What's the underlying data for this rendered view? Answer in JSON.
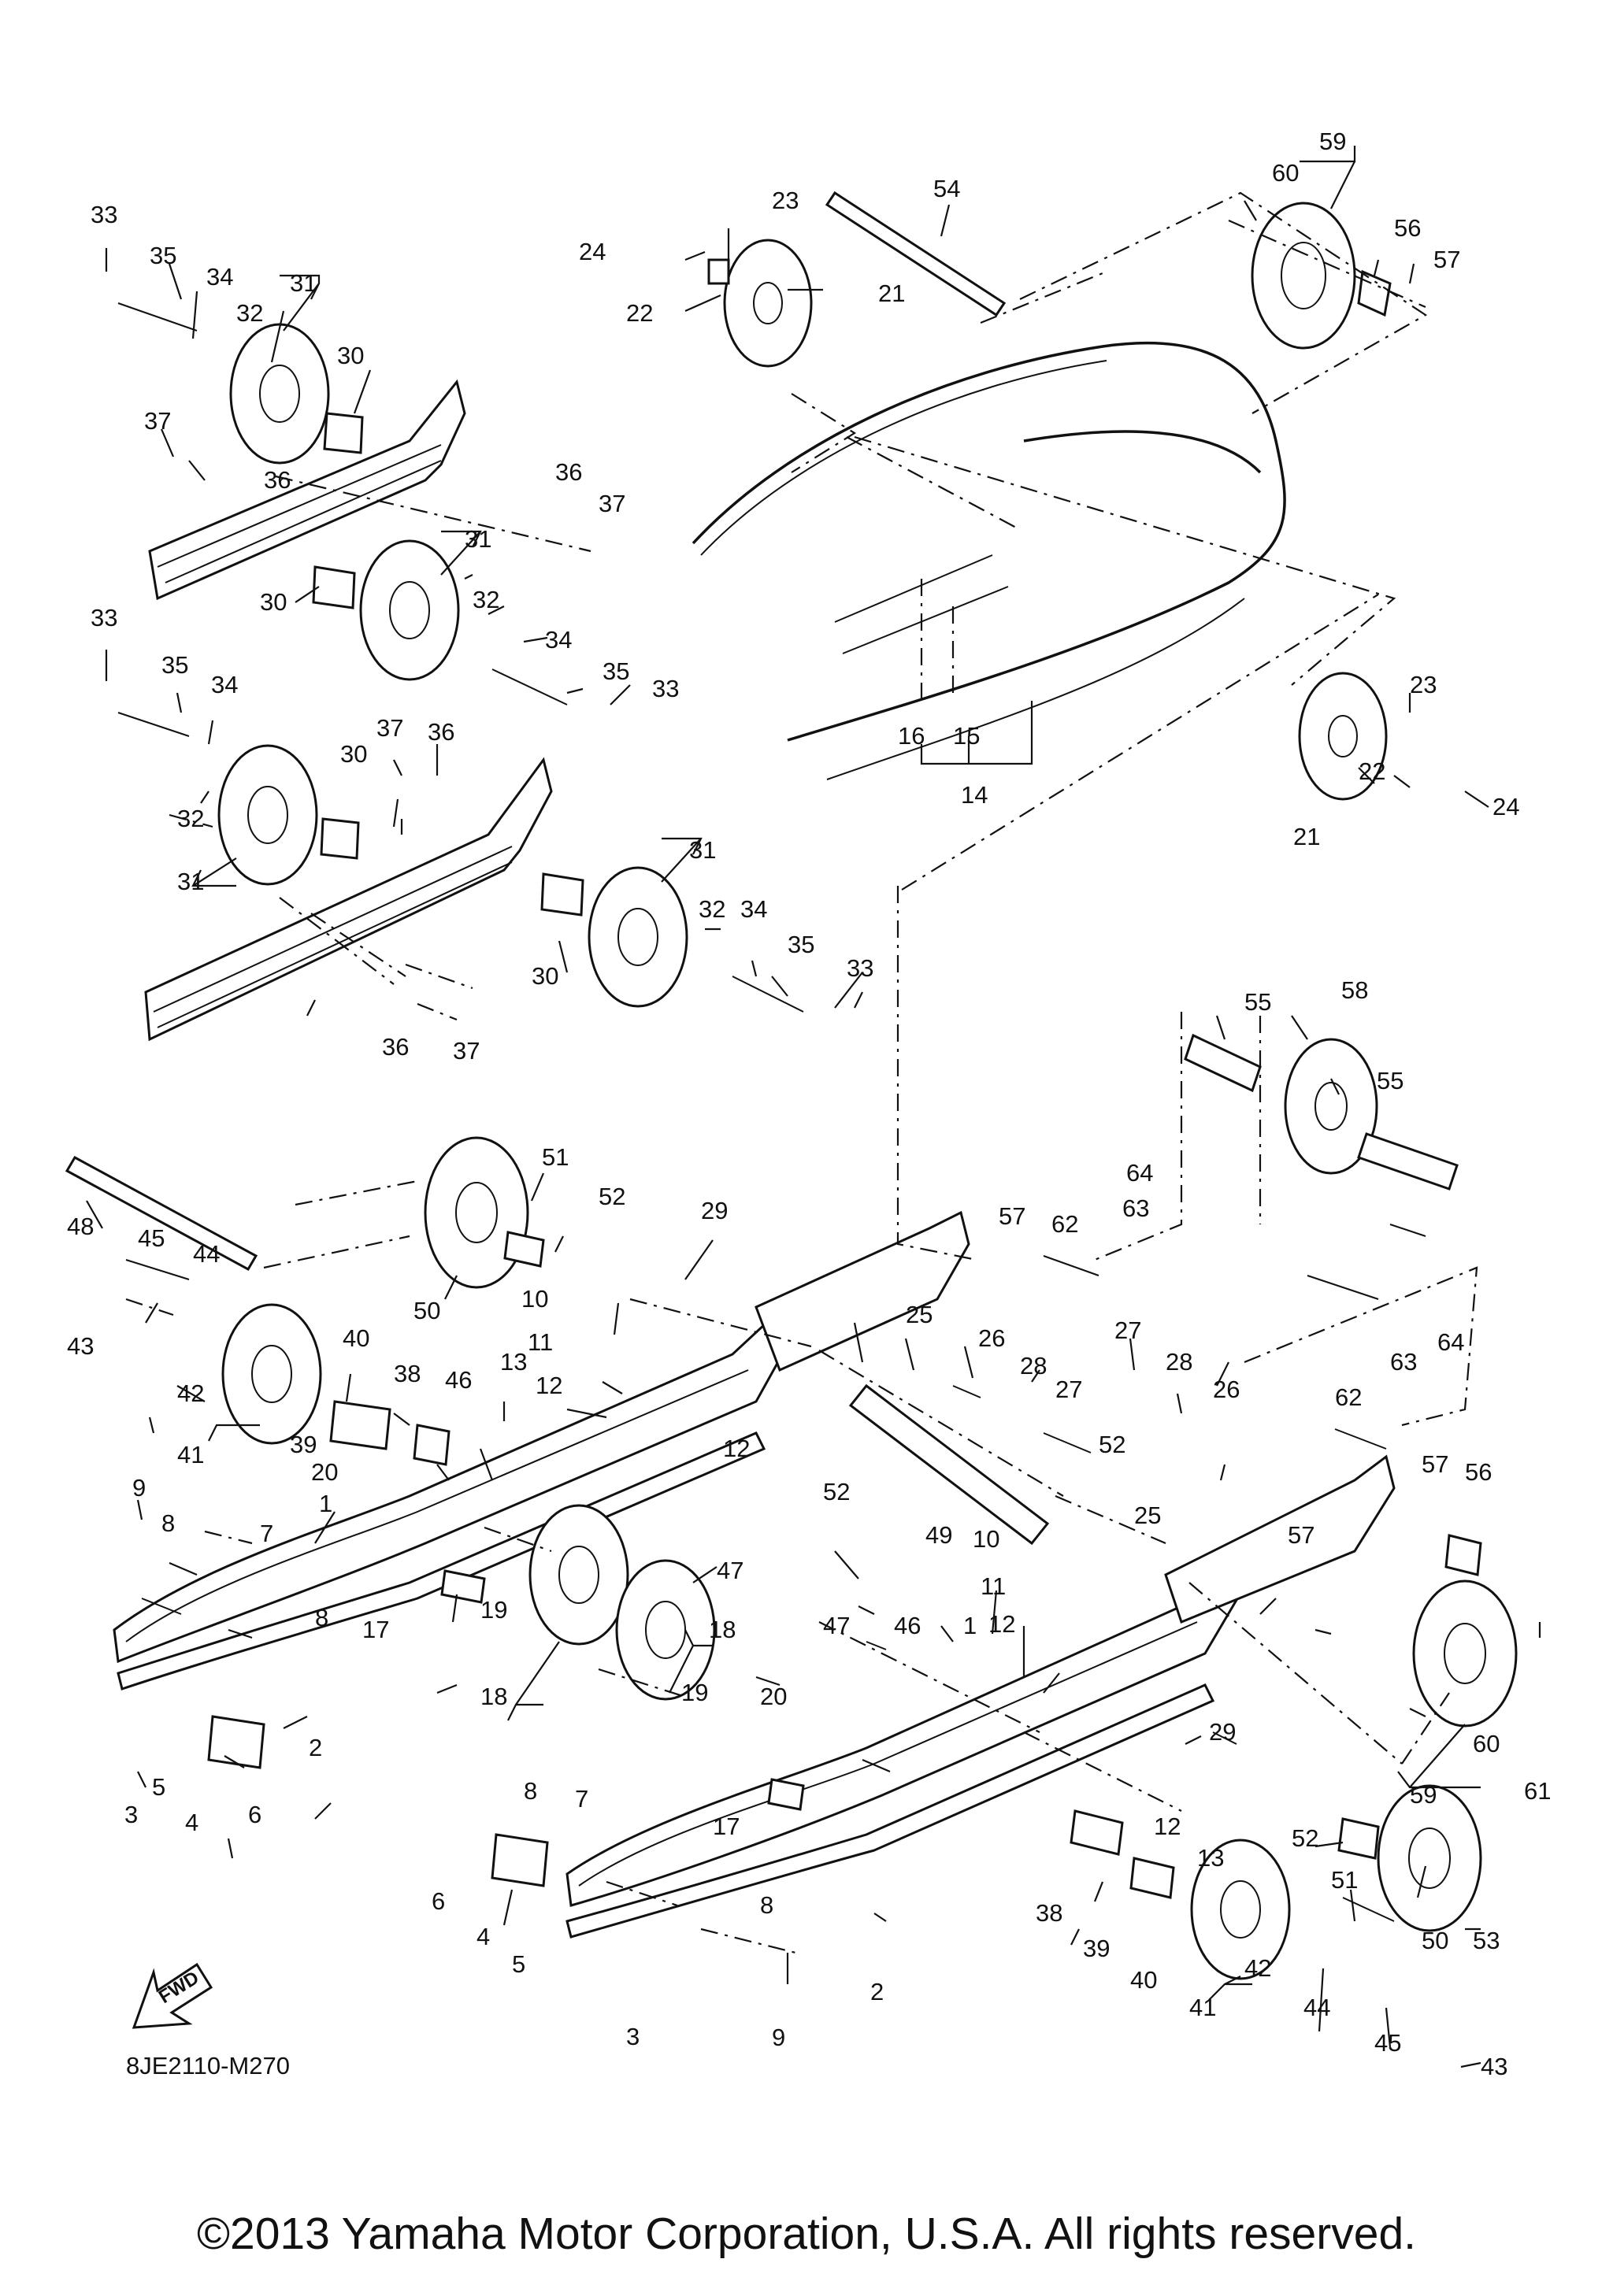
{
  "diagram_code": "8JE2110-M270",
  "copyright": "©2013 Yamaha Motor Corporation, U.S.A. All rights reserved.",
  "fwd_label": "FWD",
  "callouts": [
    "1",
    "2",
    "3",
    "4",
    "5",
    "6",
    "7",
    "8",
    "9",
    "10",
    "11",
    "12",
    "13",
    "14",
    "15",
    "16",
    "17",
    "18",
    "19",
    "20",
    "21",
    "22",
    "23",
    "24",
    "25",
    "26",
    "27",
    "28",
    "29",
    "30",
    "31",
    "32",
    "33",
    "34",
    "35",
    "36",
    "37",
    "38",
    "39",
    "40",
    "41",
    "42",
    "43",
    "44",
    "45",
    "46",
    "47",
    "48",
    "49",
    "50",
    "51",
    "52",
    "53",
    "54",
    "55",
    "56",
    "57",
    "58",
    "59",
    "60",
    "61",
    "62",
    "63",
    "64"
  ]
}
